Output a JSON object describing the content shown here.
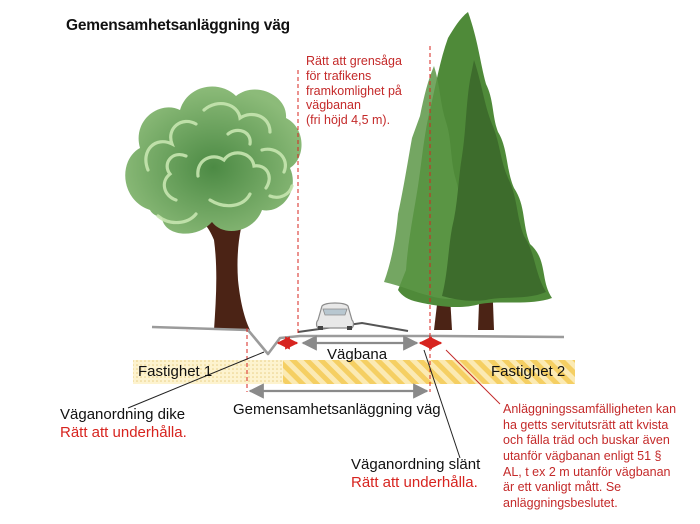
{
  "title": "Gemensamhetsanläggning väg",
  "notes": {
    "clearance": "Rätt att grensåga\nför trafikens\nframkomlighet på\nvägbanan\n(fri höjd 4,5 m).",
    "servitude": "Anläggningssamfälligheten kan\nha getts servitutsrätt att kvista\noch  fälla träd och buskar även\nutanför vägbanan enligt 51 §\nAL, t ex 2 m utanför vägbanan\när ett vanligt mått. Se\nanläggningsbeslutet."
  },
  "labels": {
    "property_1": "Fastighet 1",
    "property_2": "Fastighet 2",
    "roadway": "Vägbana",
    "joint_facility": "Gemensamhetsanläggning väg"
  },
  "callouts": {
    "ditch": {
      "title": "Väganordning dike",
      "right": "Rätt att underhålla."
    },
    "slope": {
      "title": "Väganordning slänt",
      "right": "Rätt att underhålla."
    }
  },
  "colors": {
    "red": "#d7241f",
    "deciduous_tree": "#7ba968",
    "deciduous_highlight": "#bfe0a8",
    "trunk": "#4b2315",
    "spruce_light": "#4f8a39",
    "spruce_dark": "#3d6c2c",
    "ground": "#9b9b9b",
    "strip_yellow": "#f5d36b",
    "strip_light": "#fbeab4"
  }
}
